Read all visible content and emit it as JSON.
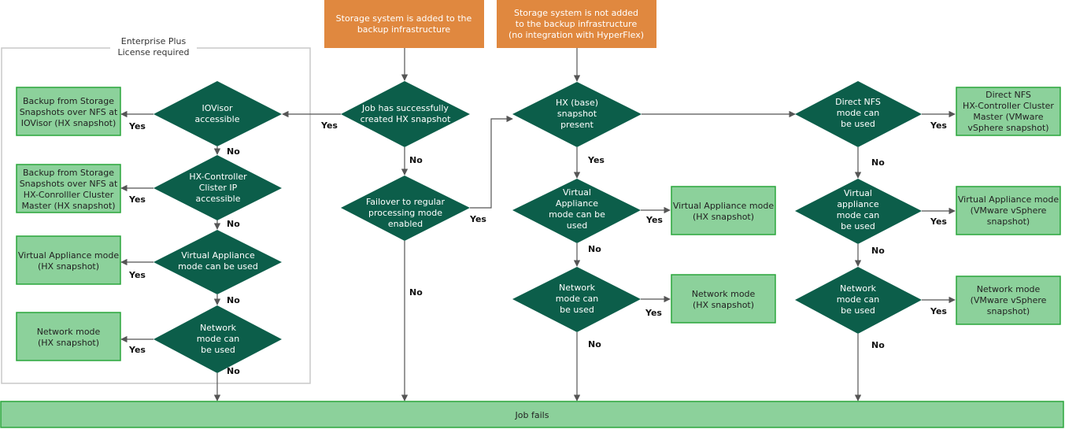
{
  "colors": {
    "orange": "#e0883f",
    "diamond": "#0c5e4a",
    "green_fill": "#8cd19b",
    "green_border": "#2aa63b",
    "line": "#555555",
    "group_border": "#c8c8c8"
  },
  "group": {
    "label_line1": "Enterprise Plus",
    "label_line2": "License required"
  },
  "starts": {
    "integrated": [
      "Storage system is added to the",
      "backup infrastructure"
    ],
    "not_integrated": [
      "Storage system is not added",
      "to the backup infrastructure",
      "(no integration with HyperFlex)"
    ]
  },
  "decisions": {
    "job_snapshot": [
      "Job has successfully",
      "created HX snapshot"
    ],
    "failover": [
      "Failover to regular",
      "processing mode",
      "enabled"
    ],
    "iovisor": [
      "IOVisor",
      "accessible"
    ],
    "hx_cluster_ip": [
      "HX-Controller",
      "Clister IP",
      "accessible"
    ],
    "va_left": [
      "Virtual Appliance",
      "mode can be used"
    ],
    "net_left": [
      "Network",
      "mode can",
      "be used"
    ],
    "hx_base": [
      "HX (base)",
      "snapshot",
      "present"
    ],
    "va_mid": [
      "Virtual",
      "Appliance",
      "mode can be",
      "used"
    ],
    "net_mid": [
      "Network",
      "mode can",
      "be used"
    ],
    "direct_nfs": [
      "Direct NFS",
      "mode can",
      "be used"
    ],
    "va_right": [
      "Virtual",
      "appliance",
      "mode can",
      "be used"
    ],
    "net_right": [
      "Network",
      "mode can",
      "be used"
    ]
  },
  "results": {
    "bfss_iovisor": [
      "Backup from Storage",
      "Snapshots over NFS at",
      "IOVisor (HX snapshot)"
    ],
    "bfss_hx_master": [
      "Backup from Storage",
      "Snapshots over NFS at",
      "HX-Conrolller Cluster",
      "Master (HX snapshot)"
    ],
    "va_left": [
      "Virtual Appliance mode",
      "(HX snapshot)"
    ],
    "net_left": [
      "Network mode",
      "(HX snapshot)"
    ],
    "va_mid": [
      "Virtual Appliance mode",
      "(HX snapshot)"
    ],
    "net_mid": [
      "Network mode",
      "(HX snapshot)"
    ],
    "direct_nfs": [
      "Direct NFS",
      "HX-Controller Cluster",
      "Master (VMware",
      "vSphere snapshot)"
    ],
    "va_right": [
      "Virtual Appliance mode",
      "(VMware vSphere",
      "snapshot)"
    ],
    "net_right": [
      "Network mode",
      "(VMware vSphere",
      "snapshot)"
    ]
  },
  "job_fails": "Job fails",
  "edge_labels": {
    "yes": "Yes",
    "no": "No"
  }
}
